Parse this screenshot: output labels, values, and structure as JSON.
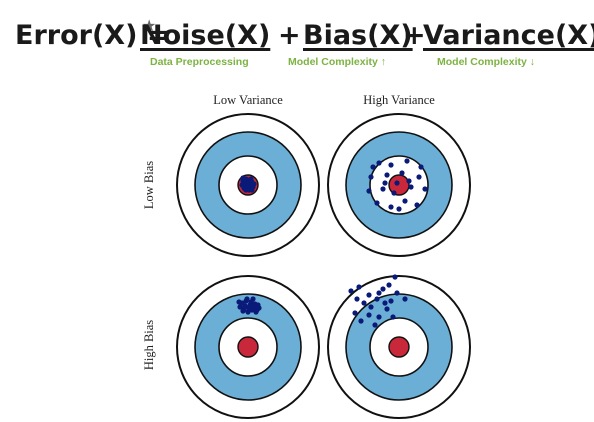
{
  "equation": {
    "lhs": "Error(X) =",
    "noise": "Noise(X)",
    "plus1": "+",
    "bias": "Bias(X)",
    "plus2": "+",
    "variance": "Variance(X)",
    "noise_note": "Data Preprocessing",
    "bias_note": "Model Complexity ↑",
    "variance_note": "Model Complexity ↓",
    "star_icon": "star-icon",
    "note_color": "#7cb342"
  },
  "diagram": {
    "col_labels": [
      "Low Variance",
      "High Variance"
    ],
    "row_labels": [
      "Low Bias",
      "High Bias"
    ],
    "colors": {
      "ring_blue": "#6baed6",
      "bullseye_red": "#c8283a",
      "dot": "#0a1a78",
      "outline": "#111111"
    }
  }
}
